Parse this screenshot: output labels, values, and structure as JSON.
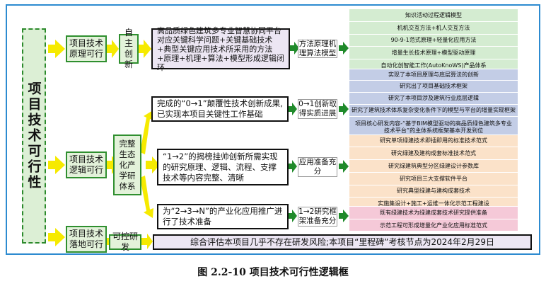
{
  "left_title": "项目技术可行性",
  "rows": {
    "principle": "项目技术原理可行",
    "logic": "项目技术逻辑可行",
    "landing": "项目技术落地可行"
  },
  "mid_labels": {
    "innovation": "自主创新",
    "ecosystem": "完整生态化产学研体系",
    "research": "可控研发"
  },
  "main_boxes": {
    "b1": "高品质绿色建筑多专业智慧协同平台对应关键科学问题+关键基础技术+典型关键应用技术所采用的方法+原理+机理+算法+模型形成逻辑闭环",
    "b2": "完成的“0→1”颠覆性技术创新成果,已实现本项目关键性工作基础",
    "b3": "“1→2”的揭榜挂帅创新所需实现的研究原理、逻辑、流程、支撑技术等内容完整、清晰",
    "b4": "为“2→3→N”的产业化应用推广进行了技术准备",
    "b5": "综合评估本项目几乎不存在研发风险;本项目“里程碑”考核节点为2024年2月29日"
  },
  "side_labels": {
    "method": "方法原理机理算法模型",
    "zero_one": "0→1创新取得实质进展",
    "app_ready": "应用准备充分",
    "framework": "1→2研究框架准备充分"
  },
  "right_groups": {
    "g1": [
      "知识活动过程逻辑模型",
      "机机交互方法+机人交互方法",
      "90-9-1范式原理+轻量化应用方法",
      "增量生长技术原理+模型驱动原理",
      "自动化创智能工作(AutoKnoWS)产品体系"
    ],
    "g2": [
      "实现了本项目原理与底层算法的创新",
      "研究出了项目基础技术框架",
      "研究了本项目涉及建筑行业底层逻辑",
      "研究了建筑技术体系复杂变化条件下的模型与平台的增量实现框架",
      "项目核心研发内容-“基于BIM模型驱动的高品质绿色建筑多专业技术平台”的主体系统框架基本开发到位"
    ],
    "g3": [
      "研究单项绿建技术即插即用的标准技术范式",
      "研究绿建及建构成套标准技术范式",
      "研究绿建筑典型分区绿建设计参数库",
      "研究项目三大支撑软件平台",
      "研究典型绿建与建构成套技术",
      "实施集设计+施工+运维一体化示范工程建设"
    ],
    "g4": [
      "既有绿建技术为绿建成套技术研究提供准备",
      "示范工程可形成增量化产业化应用标准范式"
    ]
  },
  "caption": "图 2.2-10   项目技术可行性逻辑框"
}
